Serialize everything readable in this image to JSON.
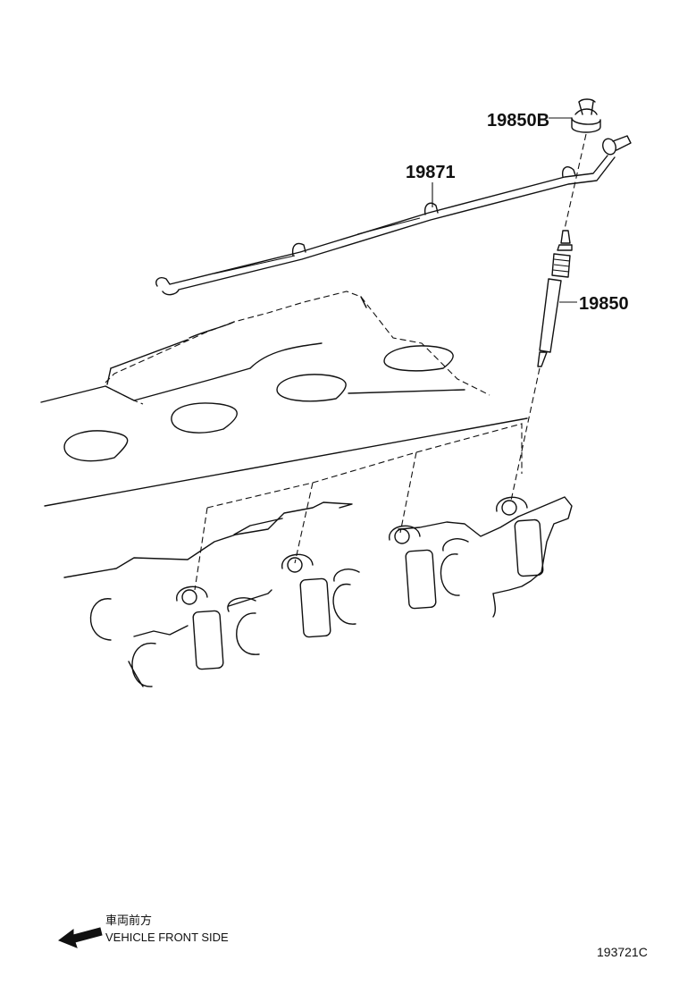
{
  "parts": [
    {
      "number": "19850B",
      "name": ""
    },
    {
      "number": "19871",
      "name": ""
    },
    {
      "number": "19850",
      "name": ""
    }
  ],
  "direction": {
    "label_jp": "車両前方",
    "label_en": "VEHICLE FRONT SIDE",
    "icon": "arrow-left-icon"
  },
  "diagram_code": "193721C"
}
